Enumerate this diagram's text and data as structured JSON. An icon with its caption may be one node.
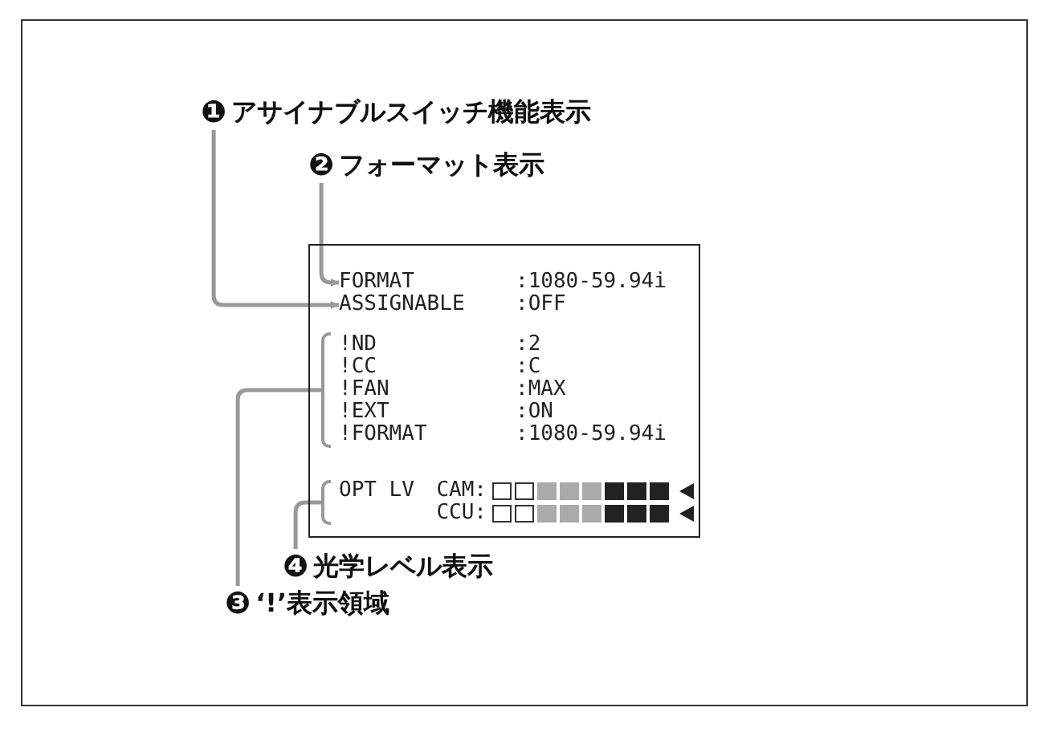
{
  "diagram": {
    "nodes": [
      {
        "text": [
          "❶",
          "アサイナブルスイッチ機能表示"
        ]
      },
      {
        "text": [
          "❷",
          "フォーマット表示"
        ]
      },
      {
        "text": [],
        "shape": "box"
      },
      {
        "text": [
          "FORMAT",
          ":1080-59.94i"
        ],
        "in": 2
      },
      {
        "text": [
          "ASSIGNABLE",
          ":OFF"
        ],
        "in": 2
      },
      {
        "text": [
          "!ND",
          ":2",
          "!CC",
          ":C",
          "!FAN",
          ":MAX",
          "!EXT",
          ":ON",
          "!FORMAT",
          ":1080-59.94i"
        ],
        "in": 2
      },
      {
        "text": [
          "OPT LV",
          "CAM:",
          "CCU:"
        ],
        "in": 2
      },
      {
        "text": [
          "❹",
          "光学レベル表示"
        ]
      },
      {
        "text": [
          "❸",
          "‘!’表示領域"
        ]
      }
    ],
    "edges": [
      {
        "from": 0,
        "to": 4,
        "arrow": "to"
      },
      {
        "from": 1,
        "to": 3,
        "arrow": "to"
      },
      {
        "from": 8,
        "to": 5,
        "arrow": "none"
      },
      {
        "from": 7,
        "to": 6,
        "arrow": "none"
      }
    ]
  }
}
